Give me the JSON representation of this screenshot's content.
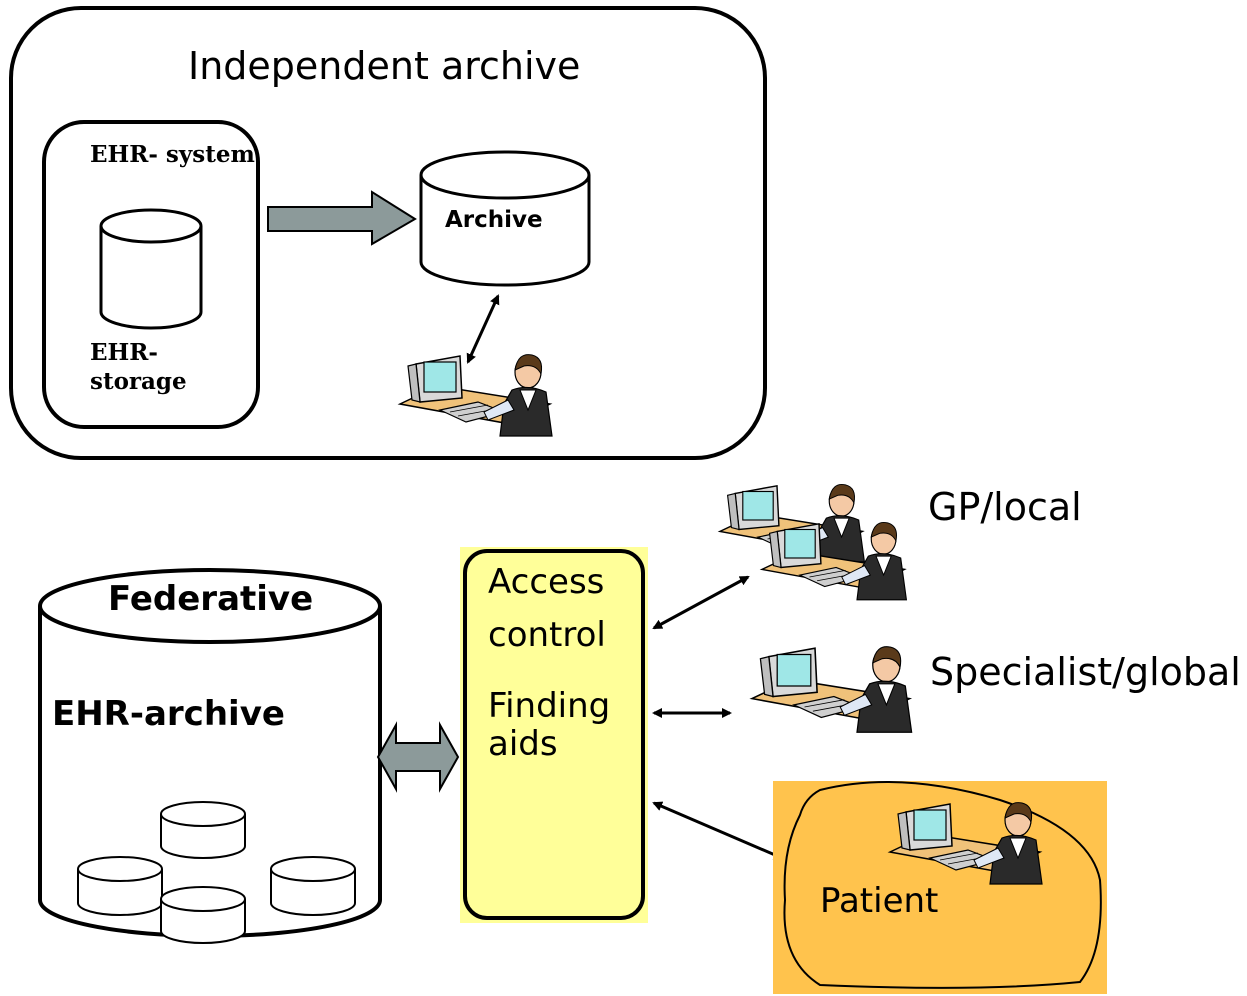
{
  "independent_archive": {
    "title": "Independent archive",
    "ehr_system_label": "EHR- system",
    "ehr_storage_label_line1": "EHR-",
    "ehr_storage_label_line2": "storage",
    "archive_label": "Archive"
  },
  "federative": {
    "title": "Federative",
    "subtitle": "EHR-archive"
  },
  "gateway": {
    "access_line1": "Access",
    "access_line2": "control",
    "finding_line1": "Finding",
    "finding_line2": "aids"
  },
  "users": {
    "gp": "GP/local",
    "specialist": "Specialist/global",
    "patient": "Patient"
  },
  "colors": {
    "gateway_fill": "#ffff99",
    "patient_fill": "#ffc34d",
    "arrow_fill": "#8c9a9a",
    "screen": "#9fe7e7"
  }
}
